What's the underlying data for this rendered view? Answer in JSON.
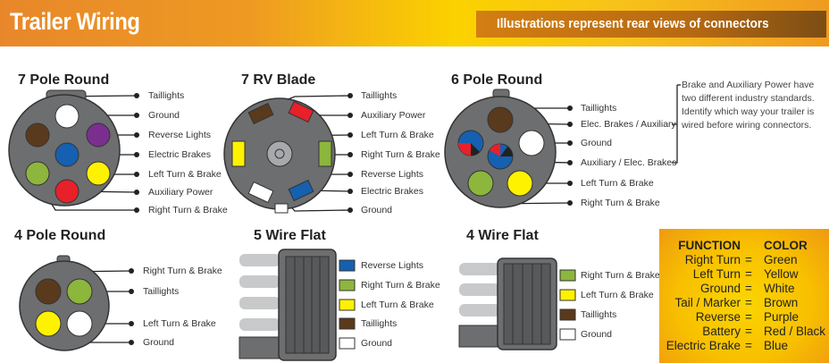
{
  "header": {
    "title": "Trailer Wiring",
    "banner": "Illustrations represent rear views of connectors"
  },
  "seven_pole_round": {
    "title": "7 Pole Round",
    "labels": [
      "Taillights",
      "Ground",
      "Reverse Lights",
      "Electric Brakes",
      "Left Turn & Brake",
      "Auxiliary Power",
      "Right Turn & Brake"
    ]
  },
  "seven_rv_blade": {
    "title": "7 RV Blade",
    "labels": [
      "Taillights",
      "Auxiliary Power",
      "Left Turn & Brake",
      "Right Turn & Brake",
      "Reverse Lights",
      "Electric Brakes",
      "Ground"
    ]
  },
  "six_pole_round": {
    "title": "6 Pole Round",
    "labels": [
      "Taillights",
      "Elec. Brakes / Auxiliary",
      "Ground",
      "Auxiliary / Elec. Brakes",
      "Left Turn & Brake",
      "Right Turn & Brake"
    ],
    "note": [
      "Brake and Auxiliary Power have",
      "two different industry standards.",
      "Identify which way your trailer is",
      "wired before wiring connectors."
    ]
  },
  "four_pole_round": {
    "title": "4 Pole Round",
    "labels": [
      "Right Turn & Brake",
      "Taillights",
      "Left Turn & Brake",
      "Ground"
    ]
  },
  "five_wire_flat": {
    "title": "5 Wire Flat",
    "labels": [
      "Reverse Lights",
      "Right Turn & Brake",
      "Left Turn & Brake",
      "Taillights",
      "Ground"
    ]
  },
  "four_wire_flat": {
    "title": "4 Wire Flat",
    "labels": [
      "Right Turn & Brake",
      "Left Turn & Brake",
      "Taillights",
      "Ground"
    ]
  },
  "legend": {
    "header": {
      "function": "FUNCTION",
      "color": "COLOR"
    },
    "equals": "=",
    "rows": [
      {
        "function": "Right Turn",
        "color": "Green"
      },
      {
        "function": "Left Turn",
        "color": "Yellow"
      },
      {
        "function": "Ground",
        "color": "White"
      },
      {
        "function": "Tail / Marker",
        "color": "Brown"
      },
      {
        "function": "Reverse",
        "color": "Purple"
      },
      {
        "function": "Battery",
        "color": "Red / Black"
      },
      {
        "function": "Electric Brake",
        "color": "Blue"
      }
    ]
  },
  "colors": {
    "green": "#8db63c",
    "yellow": "#fff200",
    "white": "#ffffff",
    "brown": "#5a3a1c",
    "purple": "#7a2f8e",
    "red": "#e8202a",
    "blue": "#1560b0",
    "housing": "#6d6e70"
  }
}
